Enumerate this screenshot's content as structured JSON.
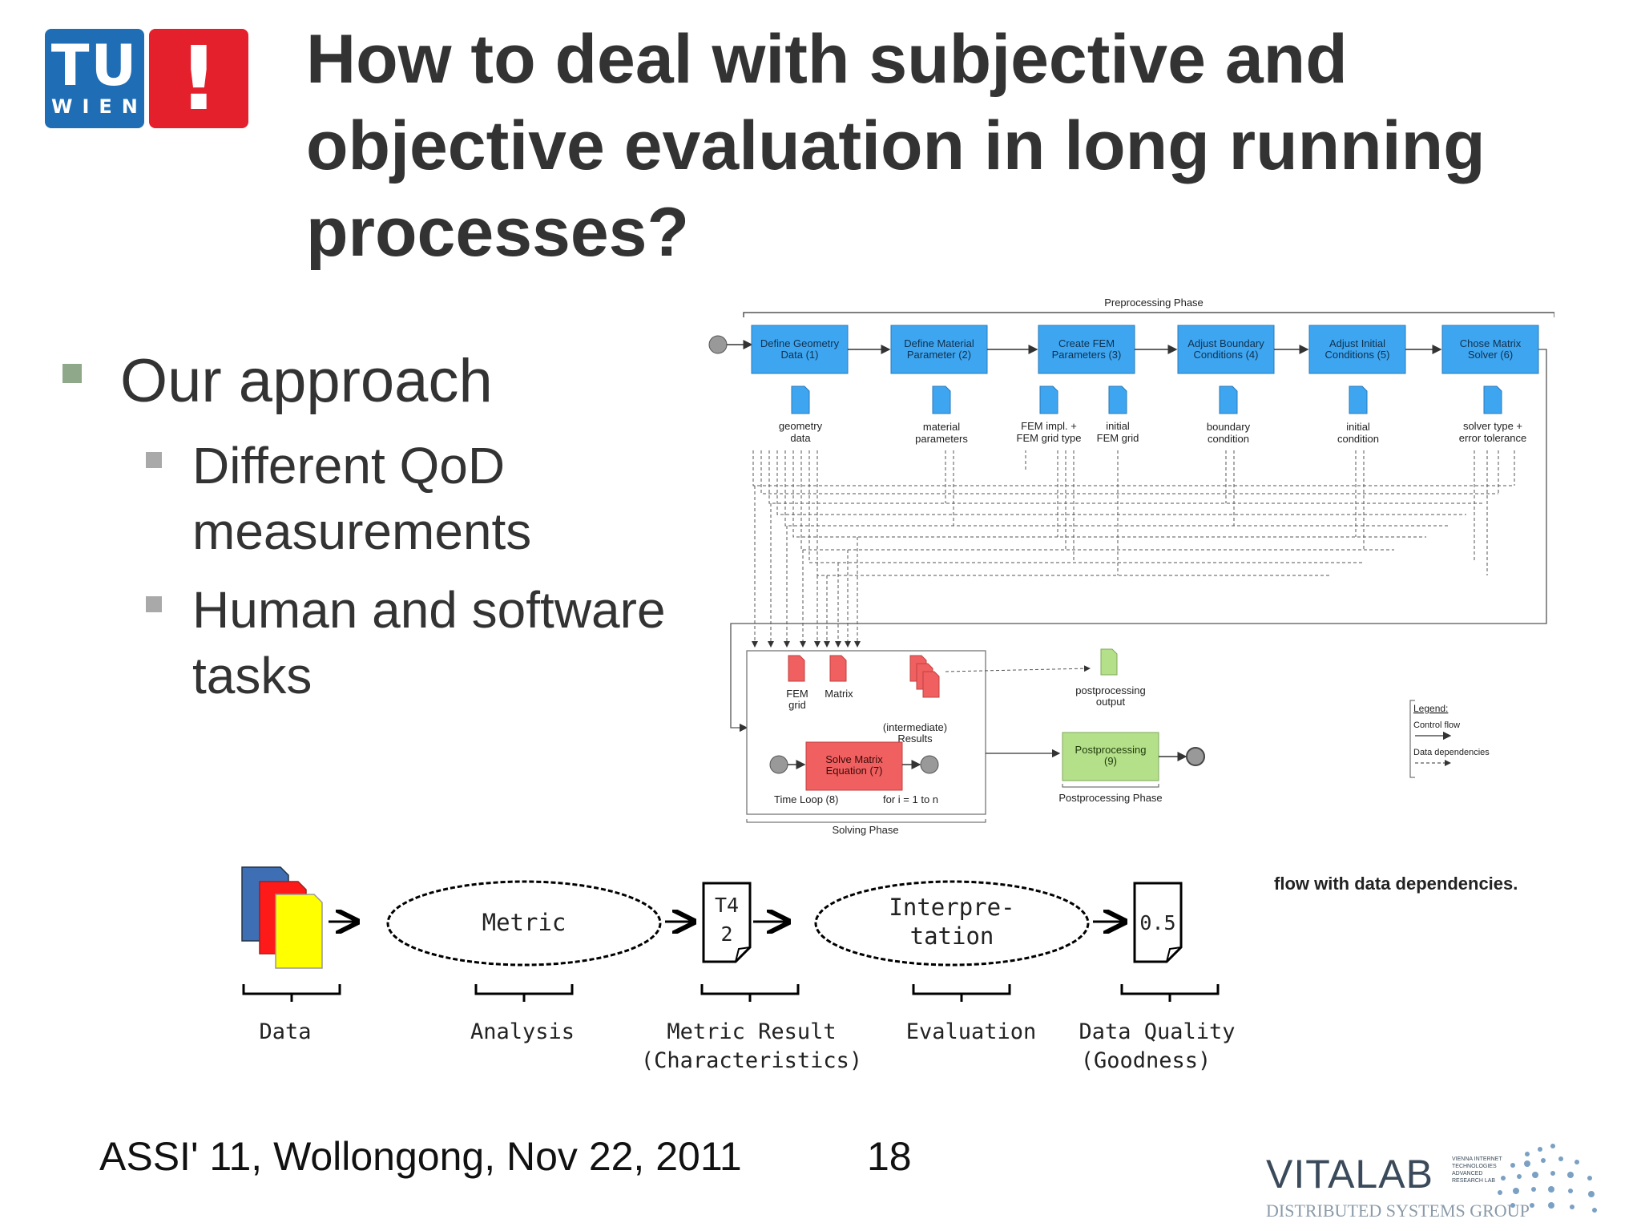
{
  "logo": {
    "tu": "TU",
    "wien": "WIEN",
    "excl": "!"
  },
  "title": "How to deal with subjective and objective evaluation in long running processes?",
  "bullets": {
    "main": "Our approach",
    "sub1": "Different QoD measurements",
    "sub2": "Human and software tasks"
  },
  "workflow": {
    "preprocessing_label": "Preprocessing Phase",
    "tasks": [
      {
        "l1": "Define Geometry",
        "l2": "Data (1)"
      },
      {
        "l1": "Define Material",
        "l2": "Parameter (2)"
      },
      {
        "l1": "Create FEM",
        "l2": "Parameters (3)"
      },
      {
        "l1": "Adjust Boundary",
        "l2": "Conditions (4)"
      },
      {
        "l1": "Adjust Initial",
        "l2": "Conditions (5)"
      },
      {
        "l1": "Chose Matrix",
        "l2": "Solver (6)"
      }
    ],
    "docs": [
      {
        "l1": "geometry",
        "l2": "data"
      },
      {
        "l1": "material",
        "l2": "parameters"
      },
      {
        "l1": "FEM impl. +",
        "l2": "FEM grid type"
      },
      {
        "l1": "initial",
        "l2": "FEM grid"
      },
      {
        "l1": "boundary",
        "l2": "condition"
      },
      {
        "l1": "initial",
        "l2": "condition"
      },
      {
        "l1": "solver type +",
        "l2": "error tolerance"
      }
    ],
    "solving": {
      "fem_grid_1": "FEM",
      "fem_grid_2": "grid",
      "matrix": "Matrix",
      "results_1": "(intermediate)",
      "results_2": "Results",
      "solve_1": "Solve Matrix",
      "solve_2": "Equation (7)",
      "time_loop": "Time Loop (8)",
      "for_loop": "for i = 1 to n",
      "phase_label": "Solving Phase"
    },
    "post": {
      "output_1": "postprocessing",
      "output_2": "output",
      "task_1": "Postprocessing",
      "task_2": "(9)",
      "phase_label": "Postprocessing Phase"
    },
    "legend": {
      "title": "Legend:",
      "control": "Control flow",
      "data": "Data dependencies"
    }
  },
  "qod": {
    "metric": "Metric",
    "t4_1": "T4",
    "t4_2": "2",
    "interp_1": "Interpre-",
    "interp_2": "tation",
    "value": "0.5",
    "labels": {
      "data": "Data",
      "analysis": "Analysis",
      "metric_result_1": "Metric Result",
      "metric_result_2": "(Characteristics)",
      "evaluation": "Evaluation",
      "dq_1": "Data Quality",
      "dq_2": "(Goodness)"
    }
  },
  "caption": "flow with data dependencies.",
  "footer": {
    "text": "ASSI' 11, Wollongong, Nov 22, 2011",
    "page": "18"
  },
  "vitalab": {
    "name": "VITALAB",
    "sub": "DISTRIBUTED SYSTEMS GROUP",
    "tag_1": "VIENNA INTERNET",
    "tag_2": "TECHNOLOGIES",
    "tag_3": "ADVANCED",
    "tag_4": "RESEARCH LAB"
  },
  "colors": {
    "task_blue": "#3ea6f0",
    "doc_red": "#f06060",
    "doc_green": "#b5e08a",
    "tu_blue": "#1f6eb5",
    "tu_red": "#e3202b"
  }
}
